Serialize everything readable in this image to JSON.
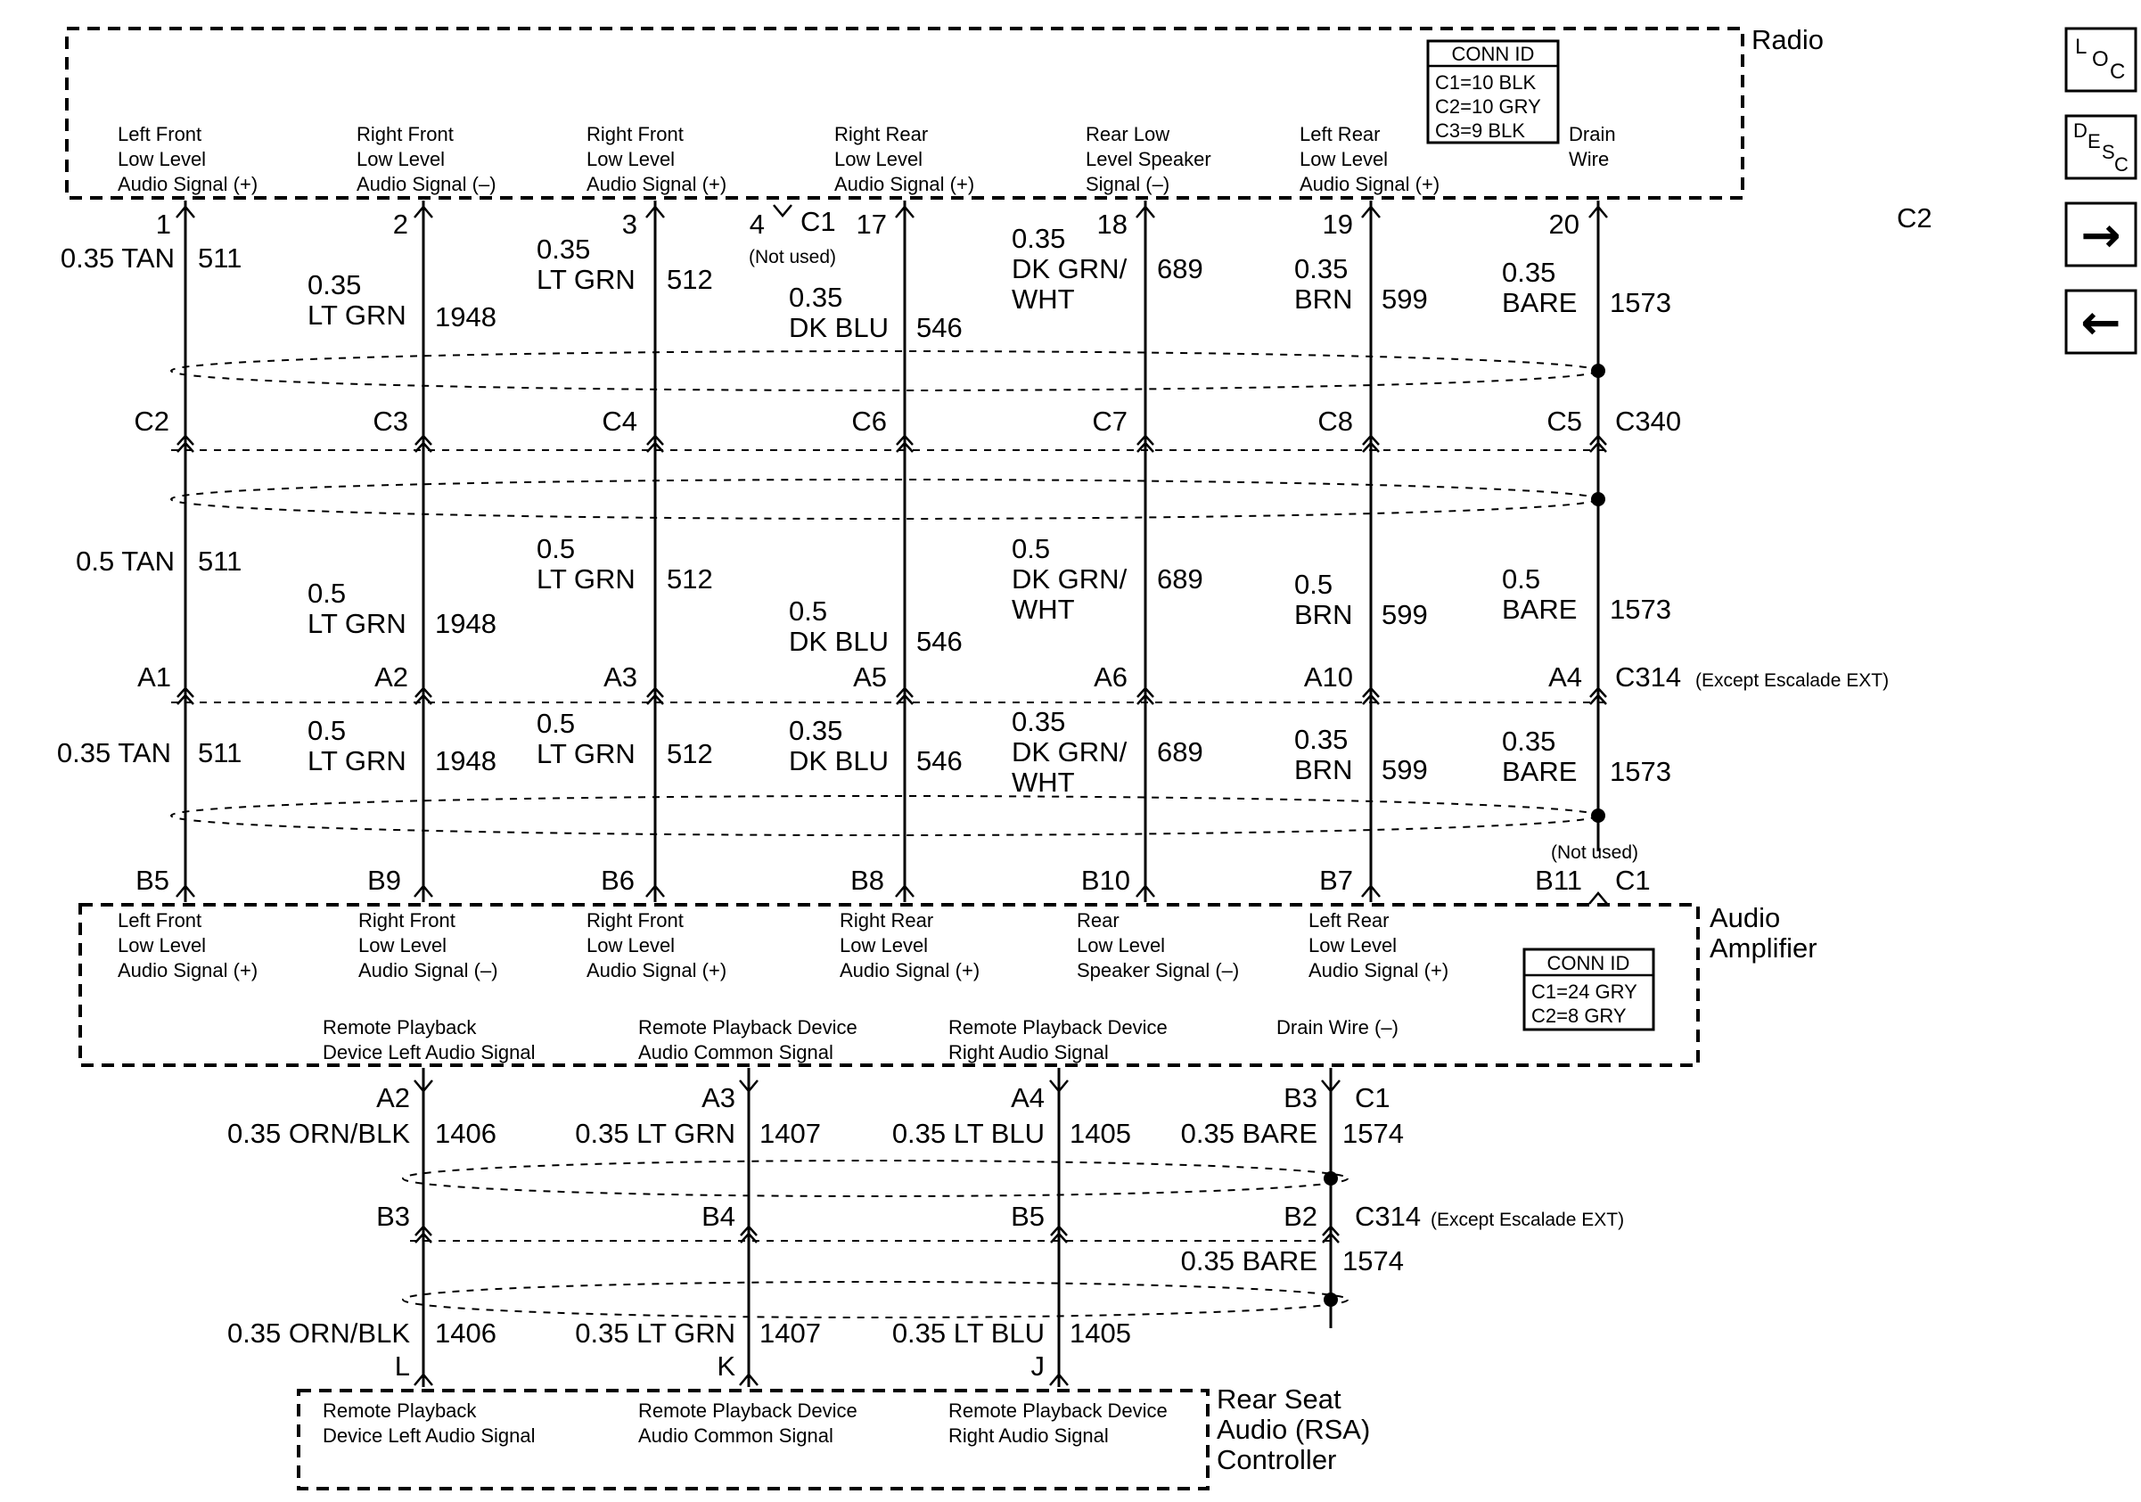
{
  "components": {
    "radio": {
      "title": "Radio",
      "conn_id": {
        "header": "CONN ID",
        "lines": [
          "C1=10 BLK",
          "C2=10 GRY",
          "C3=9 BLK"
        ]
      },
      "signals": [
        [
          "Left Front",
          "Low Level",
          "Audio Signal (+)"
        ],
        [
          "Right Front",
          "Low Level",
          "Audio Signal (–)"
        ],
        [
          "Right Front",
          "Low Level",
          "Audio Signal (+)"
        ],
        [
          "Right Rear",
          "Low Level",
          "Audio Signal (+)"
        ],
        [
          "Rear Low",
          "Level Speaker",
          "Signal (–)"
        ],
        [
          "Left Rear",
          "Low Level",
          "Audio Signal (+)"
        ],
        [
          "Drain",
          "Wire"
        ]
      ]
    },
    "amplifier": {
      "title": [
        "Audio",
        "Amplifier"
      ],
      "conn_id": {
        "header": "CONN ID",
        "lines": [
          "C1=24 GRY",
          "C2=8 GRY"
        ]
      },
      "signals": [
        [
          "Left Front",
          "Low Level",
          "Audio Signal (+)"
        ],
        [
          "Right Front",
          "Low Level",
          "Audio Signal (–)"
        ],
        [
          "Right Front",
          "Low Level",
          "Audio Signal (+)"
        ],
        [
          "Right Rear",
          "Low Level",
          "Audio Signal (+)"
        ],
        [
          "Rear",
          "Low Level",
          "Speaker Signal (–)"
        ],
        [
          "Left Rear",
          "Low Level",
          "Audio Signal (+)"
        ]
      ],
      "lower_signals": [
        [
          "Remote Playback",
          "Device Left Audio Signal"
        ],
        [
          "Remote Playback Device",
          "Audio Common Signal"
        ],
        [
          "Remote Playback Device",
          "Right Audio Signal"
        ],
        [
          "Drain Wire (–)"
        ]
      ]
    },
    "rsa": {
      "title": [
        "Rear Seat",
        "Audio (RSA)",
        "Controller"
      ],
      "signals": [
        [
          "Remote Playback",
          "Device Left Audio Signal"
        ],
        [
          "Remote Playback Device",
          "Audio Common Signal"
        ],
        [
          "Remote Playback Device",
          "Right Audio Signal"
        ]
      ]
    }
  },
  "radio_pins": [
    "1",
    "2",
    "3",
    "4",
    "17",
    "18",
    "19",
    "20"
  ],
  "radio_connectors": [
    "C1",
    "C2"
  ],
  "radio_not_used": "(Not used)",
  "c340": {
    "name": "C340",
    "pins": [
      "C2",
      "C3",
      "C4",
      "C6",
      "C7",
      "C8",
      "C5"
    ]
  },
  "c314_upper": {
    "name": "C314",
    "note": "(Except Escalade EXT)",
    "pins": [
      "A1",
      "A2",
      "A3",
      "A5",
      "A6",
      "A10",
      "A4"
    ]
  },
  "amp_pins": {
    "pins": [
      "B5",
      "B9",
      "B6",
      "B8",
      "B10",
      "B7",
      "B11"
    ],
    "connector": "C1",
    "not_used": "(Not used)"
  },
  "amp_out": {
    "pins": [
      "A2",
      "A3",
      "A4",
      "B3"
    ],
    "connector": "C1"
  },
  "c314_lower": {
    "name": "C314",
    "note": "(Except Escalade EXT)",
    "pins": [
      "B3",
      "B4",
      "B5",
      "B2"
    ]
  },
  "rsa_pins": [
    "L",
    "K",
    "J"
  ],
  "wires_seg1": [
    [
      "0.35 TAN",
      "511"
    ],
    [
      "0.35",
      "LT GRN",
      "1948"
    ],
    [
      "0.35",
      "LT GRN",
      "512"
    ],
    [
      "0.35",
      "DK BLU",
      "546"
    ],
    [
      "0.35",
      "DK GRN/",
      "WHT",
      "689"
    ],
    [
      "0.35",
      "BRN",
      "599"
    ],
    [
      "0.35",
      "BARE",
      "1573"
    ]
  ],
  "wires_seg2": [
    [
      "0.5 TAN",
      "511"
    ],
    [
      "0.5",
      "LT GRN",
      "1948"
    ],
    [
      "0.5",
      "LT GRN",
      "512"
    ],
    [
      "0.5",
      "DK BLU",
      "546"
    ],
    [
      "0.5",
      "DK GRN/",
      "WHT",
      "689"
    ],
    [
      "0.5",
      "BRN",
      "599"
    ],
    [
      "0.5",
      "BARE",
      "1573"
    ]
  ],
  "wires_seg3": [
    [
      "0.35 TAN",
      "511"
    ],
    [
      "0.5",
      "LT GRN",
      "1948"
    ],
    [
      "0.5",
      "LT GRN",
      "512"
    ],
    [
      "0.35",
      "DK BLU",
      "546"
    ],
    [
      "0.35",
      "DK GRN/",
      "WHT",
      "689"
    ],
    [
      "0.35",
      "BRN",
      "599"
    ],
    [
      "0.35",
      "BARE",
      "1573"
    ]
  ],
  "wires_rsa_top": [
    [
      "0.35 ORN/BLK",
      "1406"
    ],
    [
      "0.35 LT GRN",
      "1407"
    ],
    [
      "0.35 LT BLU",
      "1405"
    ],
    [
      "0.35 BARE",
      "1574"
    ]
  ],
  "wires_rsa_mid": [
    [
      "0.35 BARE",
      "1574"
    ]
  ],
  "wires_rsa_bot": [
    [
      "0.35 ORN/BLK",
      "1406"
    ],
    [
      "0.35 LT GRN",
      "1407"
    ],
    [
      "0.35 LT BLU",
      "1405"
    ]
  ],
  "nav": {
    "loc": [
      "L",
      "O",
      "C"
    ],
    "desc": [
      "D",
      "E",
      "S",
      "C"
    ],
    "next": "→",
    "prev": "←"
  }
}
